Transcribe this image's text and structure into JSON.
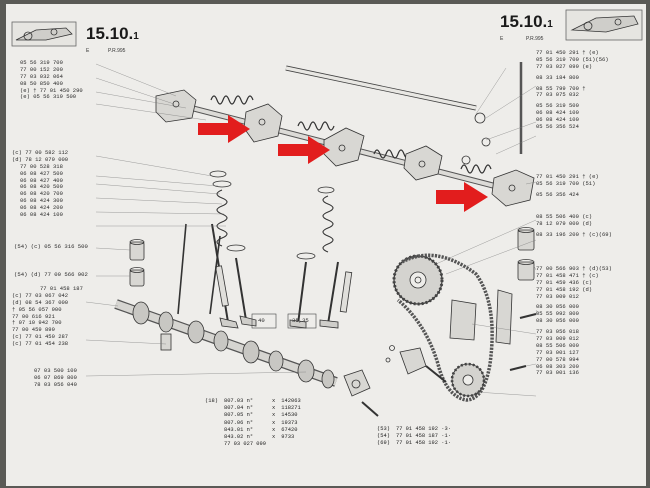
{
  "header": {
    "left_page": "15.10.",
    "left_page_sub": "1",
    "left_tag": "E",
    "left_ref": "P.R.995",
    "right_page": "15.10.",
    "right_page_sub": "1",
    "right_tag": "E",
    "right_ref": "P.R.995"
  },
  "labels_left": [
    "05 56 319 700",
    "77 00 152 200",
    "77 03 032 064",
    "08 50 850 400",
    "(e) † 77 01 450 290",
    "(e) 05 56 319 500"
  ],
  "labels_left_mid": [
    "(c) 77 00 582 112",
    "(d) 78 12 079 000",
    "77 00 528 318",
    "06 08 427 500",
    "06 08 427 400",
    "06 08 420 500",
    "06 08 420 700",
    "06 08 424 300",
    "06 08 424 200",
    "06 08 424 100"
  ],
  "label_54c": "(54) (c) 05 56 316 500",
  "label_54d": "(54) (d) 77 00 566 902",
  "labels_left_low": [
    "77 01 458 187",
    "(c) 77 03 067 042",
    "(d) 08 54 367 000",
    "† 05 56 057 900",
    "77 00 616 921",
    "† 07 10 942 700",
    "77 00 459 899",
    "(c) 77 01 450 287",
    "(c) 77 01 454 238"
  ],
  "labels_bottom_left": [
    "07 03 500 100",
    "06 07 869 800",
    "78 03 056 040"
  ],
  "labels_right_top": [
    "77 01 450 291 † (e)",
    "05 56 319 700 (51)(56)",
    "77 03 027 099 (e)",
    "08 33 184 800",
    "08 55 799 700 †",
    "77 03 075 032",
    "05 56 319 500",
    "06 08 424 100",
    "06 08 424 100",
    "05 56 356 524"
  ],
  "labels_right_mid": [
    "77 01 450 291 † (e)",
    "05 56 319 700 (51)",
    "05 56 356 424"
  ],
  "labels_right_gear": [
    "08 55 506 400 (c)",
    "78 12 079 000 (d)",
    "08 33 196 200 † (c)(69)"
  ],
  "labels_right_low": [
    "77 00 566 903 † (d)(53)",
    "77 01 458 471 † (c)",
    "77 01 459 436 (c)",
    "77 01 458 192 (d)",
    "77 03 009 012",
    "08 30 056 000",
    "05 55 992 800",
    "08 30 056 000",
    "77 03 056 018",
    "77 03 009 012",
    "08 55 506 000",
    "77 03 001 127",
    "77 00 578 994",
    "06 08 303 200",
    "77 03 001 136"
  ],
  "table_left": {
    "rows": [
      [
        "(18)",
        "807.03 n°",
        "x",
        "142063"
      ],
      [
        "",
        "807.04 n°",
        "x",
        "118271"
      ],
      [
        "",
        "807.05 n°",
        "x",
        "14530"
      ],
      [
        "",
        "807.06 n°",
        "x",
        "19373"
      ],
      [
        "",
        "843.01 n°",
        "x",
        "67420"
      ],
      [
        "",
        "843.02 n°",
        "x",
        "9733"
      ],
      [
        "",
        "77 03 027 099",
        "",
        ""
      ]
    ]
  },
  "table_right": {
    "rows": [
      [
        "(53)",
        "77 01 458 192 ·3·"
      ],
      [
        "(54)",
        "77 01 458 187 ·1·"
      ],
      [
        "(69)",
        "77 01 458 192 ·1·"
      ]
    ]
  },
  "dims": {
    "d40": "40",
    "d3030": "35,35"
  }
}
